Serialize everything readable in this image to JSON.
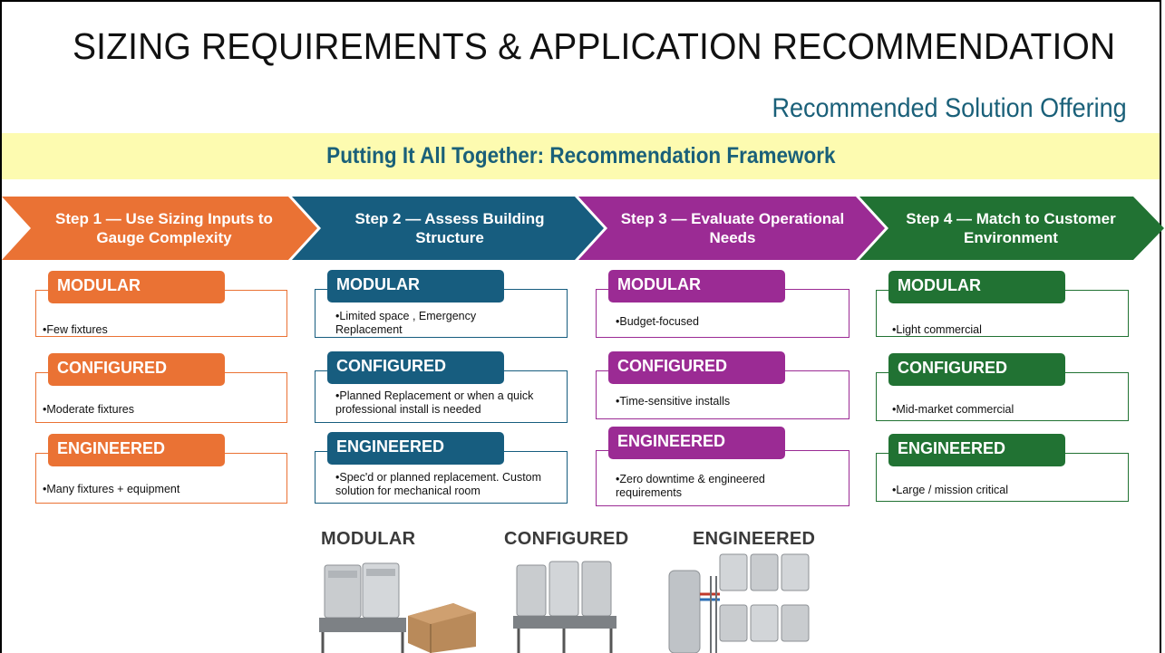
{
  "title": "SIZING REQUIREMENTS & APPLICATION RECOMMENDATION",
  "subtitle": "Recommended Solution Offering",
  "banner": "Putting It All Together: Recommendation Framework",
  "colors": {
    "orange": "#ea7234",
    "blue": "#175d7f",
    "purple": "#9b2b94",
    "green": "#217233",
    "banner_bg": "#fdfbb0",
    "title_accent": "#1a6079"
  },
  "steps": [
    {
      "label": "Step 1 — Use Sizing Inputs to Gauge Complexity",
      "items": [
        {
          "tier": "MODULAR",
          "text": "•Few fixtures"
        },
        {
          "tier": "CONFIGURED",
          "text": "•Moderate fixtures"
        },
        {
          "tier": "ENGINEERED",
          "text": "•Many fixtures + equipment"
        }
      ]
    },
    {
      "label": "Step 2 — Assess Building Structure",
      "items": [
        {
          "tier": "MODULAR",
          "text": "•Limited space , Emergency Replacement"
        },
        {
          "tier": "CONFIGURED",
          "text": "•Planned Replacement or when a quick professional install is needed"
        },
        {
          "tier": "ENGINEERED",
          "text": "•Spec'd or planned replacement. Custom solution for mechanical room"
        }
      ]
    },
    {
      "label": "Step 3 — Evaluate Operational Needs",
      "items": [
        {
          "tier": "MODULAR",
          "text": "•Budget-focused"
        },
        {
          "tier": "CONFIGURED",
          "text": "•Time-sensitive installs"
        },
        {
          "tier": "ENGINEERED",
          "text": "•Zero downtime & engineered requirements"
        }
      ]
    },
    {
      "label": "Step 4 — Match to Customer Environment",
      "items": [
        {
          "tier": "MODULAR",
          "text": "•Light commercial"
        },
        {
          "tier": "CONFIGURED",
          "text": "•Mid-market commercial"
        },
        {
          "tier": "ENGINEERED",
          "text": "•Large / mission critical"
        }
      ]
    }
  ],
  "products": [
    {
      "label": "MODULAR",
      "icon": "modular-water-heater-rack-image"
    },
    {
      "label": "CONFIGURED",
      "icon": "configured-water-heater-rack-image"
    },
    {
      "label": "ENGINEERED",
      "icon": "engineered-water-heater-system-image"
    }
  ]
}
